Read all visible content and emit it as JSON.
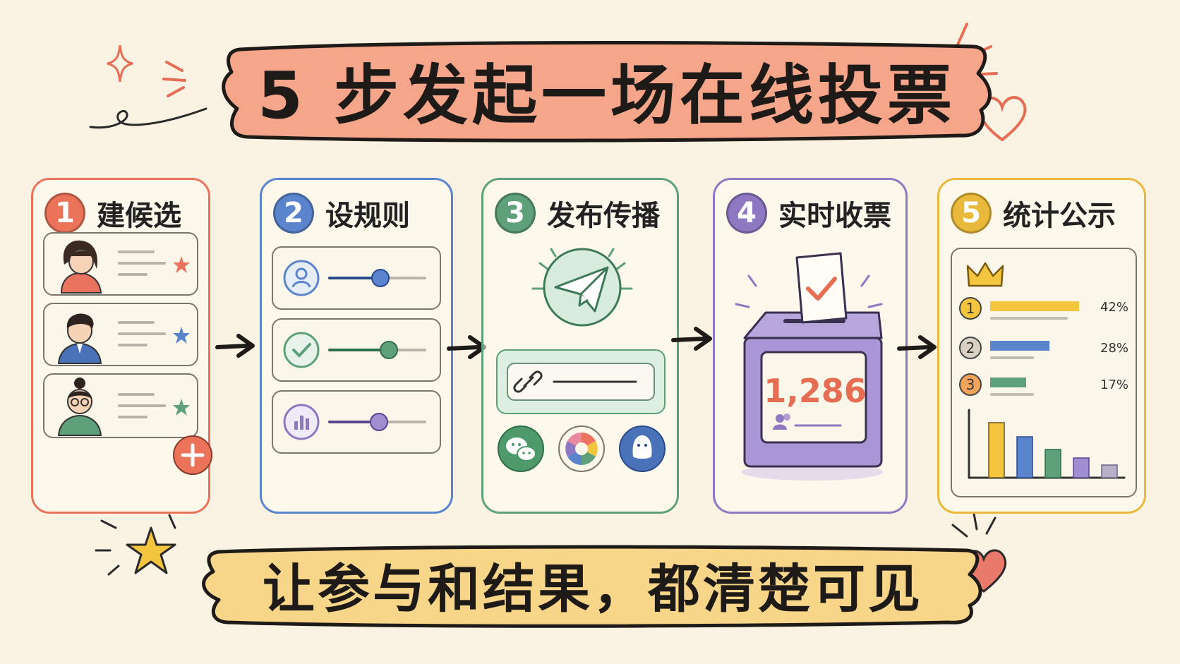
{
  "title": "5 步发起一场在线投票",
  "subtitle": "让参与和结果，都清楚可见",
  "steps": [
    {
      "num": "1",
      "label": "建候选",
      "color": "#ea735a"
    },
    {
      "num": "2",
      "label": "设规则",
      "color": "#5a84cc"
    },
    {
      "num": "3",
      "label": "发布传播",
      "color": "#5ea07a"
    },
    {
      "num": "4",
      "label": "实时收票",
      "color": "#8e78c2"
    },
    {
      "num": "5",
      "label": "统计公示",
      "color": "#e8b93a"
    }
  ],
  "vote_count": "1,286",
  "ranking": [
    {
      "rank": "1",
      "percent": "42%",
      "value": 42
    },
    {
      "rank": "2",
      "percent": "28%",
      "value": 28
    },
    {
      "rank": "3",
      "percent": "17%",
      "value": 17
    }
  ],
  "icons": {
    "add": "plus-icon",
    "share": "paper-plane-icon",
    "link": "link-icon",
    "apps": [
      "wechat-icon",
      "camera-shutter-icon",
      "qq-icon"
    ]
  }
}
